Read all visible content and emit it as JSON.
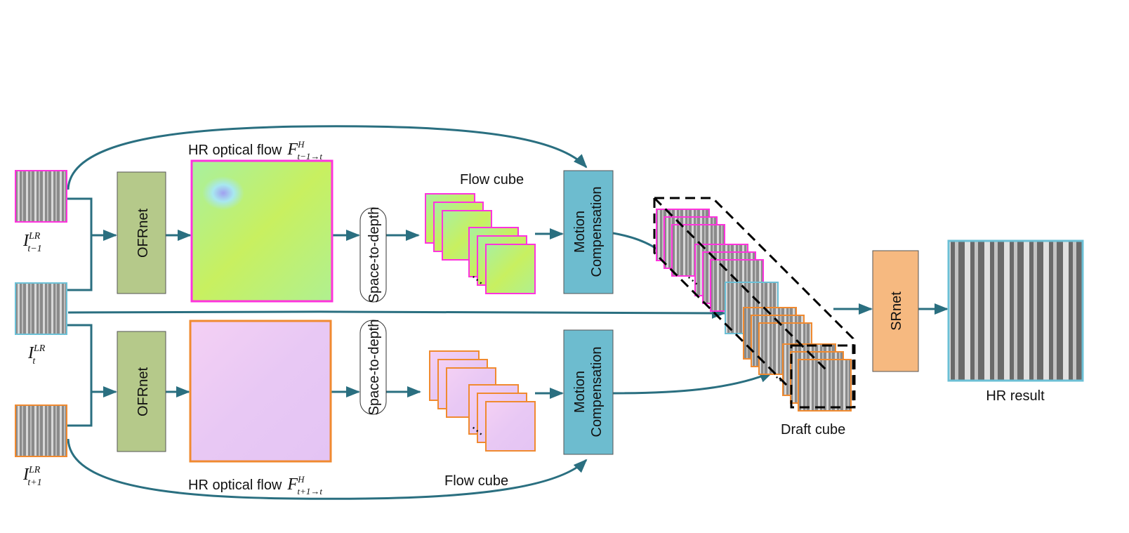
{
  "inputs": {
    "prev": {
      "symbol": "I",
      "sup": "LR",
      "sub": "t−1"
    },
    "curr": {
      "symbol": "I",
      "sup": "LR",
      "sub": "t"
    },
    "next": {
      "symbol": "I",
      "sup": "LR",
      "sub": "t+1"
    }
  },
  "ofrnet_label": "OFRnet",
  "flow_top": {
    "text": "HR optical flow",
    "symbol": "F",
    "sup": "H",
    "sub": "t−1→t"
  },
  "flow_bottom": {
    "text": "HR optical flow",
    "symbol": "F",
    "sup": "H",
    "sub": "t+1→t"
  },
  "space_to_depth": "Space-to-depth",
  "flow_cube": "Flow cube",
  "motion_comp": [
    "Motion",
    "Compensation"
  ],
  "draft_cube": "Draft cube",
  "srnet": "SRnet",
  "hr_result": "HR result",
  "ellipsis": "⋯",
  "colors": {
    "arrow": "#2a6f80",
    "prev_frame": "#ff33dd",
    "curr_frame": "#6cc0d6",
    "next_frame": "#f08a30",
    "ofrnet": "#b5c98a",
    "motion_comp": "#6dbccf",
    "srnet": "#f6b980"
  }
}
